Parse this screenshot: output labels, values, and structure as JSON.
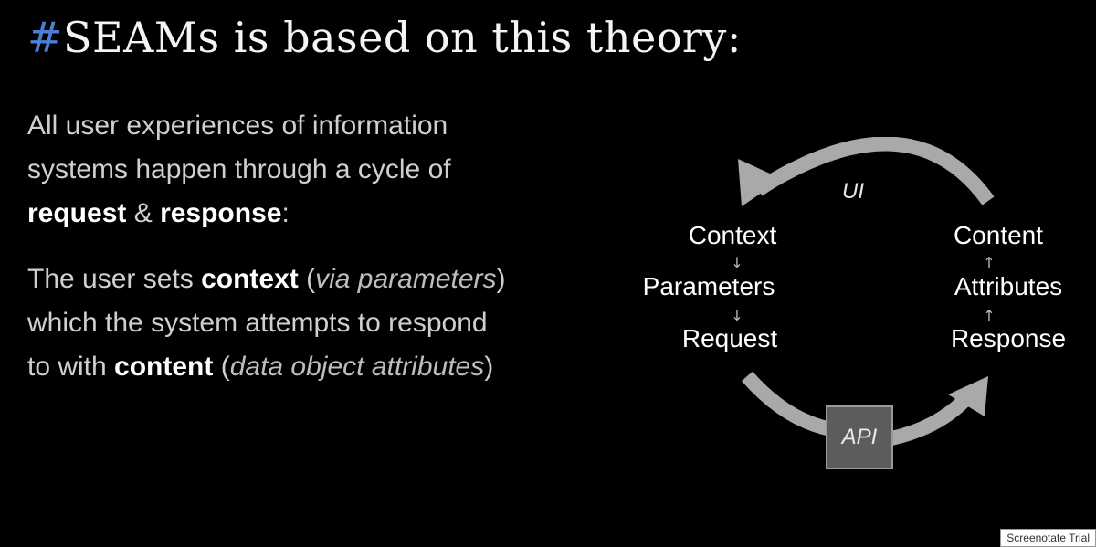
{
  "title": {
    "hash": "#",
    "text": "SEAMs is based on this theory:"
  },
  "paragraph1": {
    "line1": "All user experiences of information",
    "line2": "systems happen through a cycle of",
    "bold1": "request",
    "amp": " & ",
    "bold2": "response",
    "end": ":"
  },
  "paragraph2": {
    "a1": "The user sets ",
    "b1": "context",
    "a2": " (",
    "i1": "via parameters",
    "a3": ")",
    "line2": "which the system attempts to respond",
    "a4": "to with ",
    "b2": "content",
    "a5": " (",
    "i2": "data object attributes",
    "a6": ")"
  },
  "diagram": {
    "ui_label": "UI",
    "api_label": "API",
    "left_nodes": [
      "Context",
      "Parameters",
      "Request"
    ],
    "right_nodes": [
      "Content",
      "Attributes",
      "Response"
    ],
    "down_arrow": "↓",
    "up_arrow": "↑",
    "arrow_color": "#a9a9a9"
  },
  "watermark": "Screenotate Trial"
}
